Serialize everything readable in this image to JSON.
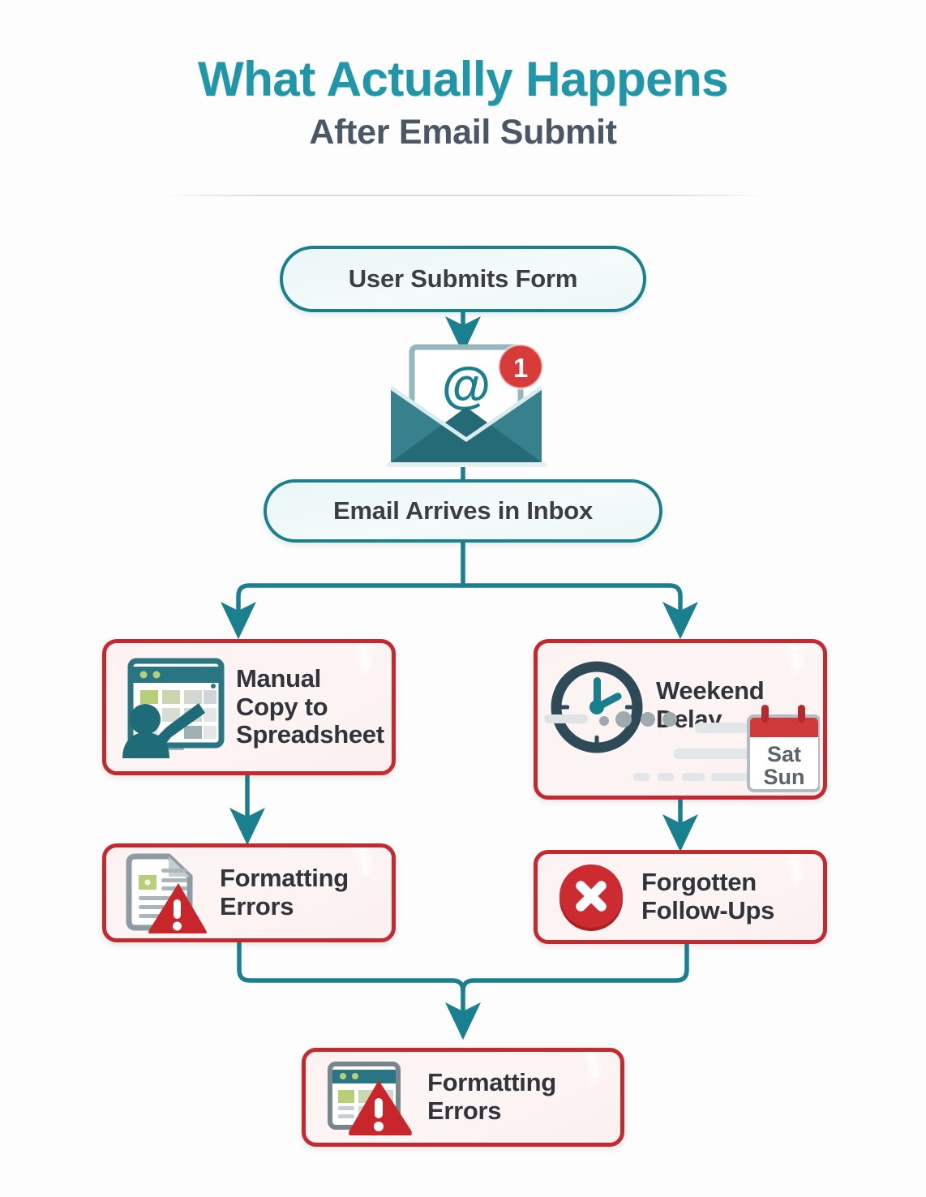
{
  "title": {
    "line1": "What Actually Happens",
    "line2": "After Email Submit",
    "accent_color": "#2196a8",
    "subtitle_color": "#4a5866"
  },
  "theme": {
    "background": "#fdfdfd",
    "teal": "#1a7f8e",
    "teal_fill": "#eef7f6",
    "red": "#c22a2f",
    "red_fill": "#fdf2f2",
    "navy": "#2f4a57",
    "badge_red": "#d93b3b",
    "divider": "#d4dae2"
  },
  "flow": {
    "nodes": [
      {
        "id": "user-submits-form",
        "label": "User Submits Form",
        "type": "pill",
        "icon": null
      },
      {
        "id": "email-envelope",
        "label": "",
        "type": "icon",
        "icon": "envelope-icon",
        "badge": "1",
        "glyph": "@"
      },
      {
        "id": "email-arrives-in-inbox",
        "label": "Email Arrives in Inbox",
        "type": "pill",
        "icon": null
      },
      {
        "id": "manual-copy-to-spreadsheet",
        "label": "Manual\nCopy to\nSpreadsheet",
        "label_lines": [
          "Manual",
          "Copy to",
          "Spreadsheet"
        ],
        "type": "card",
        "icon": "spreadsheet-person-icon"
      },
      {
        "id": "weekend-delay",
        "label": "Weekend\nDelay",
        "label_lines": [
          "Weekend",
          "Delay"
        ],
        "type": "card",
        "icon": "clock-icon",
        "extra_icon": "calendar-icon",
        "calendar_days": [
          "Sat",
          "Sun"
        ]
      },
      {
        "id": "formatting-errors-left",
        "label": "Formatting\nErrors",
        "label_lines": [
          "Formatting",
          "Errors"
        ],
        "type": "card",
        "icon": "document-warning-icon"
      },
      {
        "id": "forgotten-follow-ups",
        "label": "Forgotten\nFollow-Ups",
        "label_lines": [
          "Forgotten",
          "Follow-Ups"
        ],
        "type": "card",
        "icon": "error-circle-x-icon"
      },
      {
        "id": "formatting-errors-bottom",
        "label": "Formatting\nErrors",
        "label_lines": [
          "Formatting",
          "Errors"
        ],
        "type": "card",
        "icon": "browser-grid-warning-icon"
      }
    ],
    "edges": [
      {
        "from": "user-submits-form",
        "to": "email-envelope",
        "style": "straight-arrow"
      },
      {
        "from": "email-envelope",
        "to": "email-arrives-in-inbox",
        "style": "straight"
      },
      {
        "from": "email-arrives-in-inbox",
        "to": "manual-copy-to-spreadsheet",
        "style": "split-left-arrow"
      },
      {
        "from": "email-arrives-in-inbox",
        "to": "weekend-delay",
        "style": "split-right-arrow"
      },
      {
        "from": "manual-copy-to-spreadsheet",
        "to": "formatting-errors-left",
        "style": "straight-arrow"
      },
      {
        "from": "weekend-delay",
        "to": "forgotten-follow-ups",
        "style": "straight-arrow"
      },
      {
        "from": "formatting-errors-left",
        "to": "formatting-errors-bottom",
        "style": "merge-arrow"
      },
      {
        "from": "forgotten-follow-ups",
        "to": "formatting-errors-bottom",
        "style": "merge-arrow"
      }
    ]
  },
  "labels": {
    "node_submit": "User Submits Form",
    "node_inbox": "Email Arrives in Inbox",
    "node_manual_l1": "Manual",
    "node_manual_l2": "Copy to",
    "node_manual_l3": "Spreadsheet",
    "node_weekend_l1": "Weekend",
    "node_weekend_l2": "Delay",
    "node_format1_l1": "Formatting",
    "node_format1_l2": "Errors",
    "node_forgot_l1": "Forgotten",
    "node_forgot_l2": "Follow-Ups",
    "node_format2_l1": "Formatting",
    "node_format2_l2": "Errors",
    "envelope_glyph": "@",
    "envelope_badge": "1",
    "calendar_day1": "Sat",
    "calendar_day2": "Sun"
  }
}
